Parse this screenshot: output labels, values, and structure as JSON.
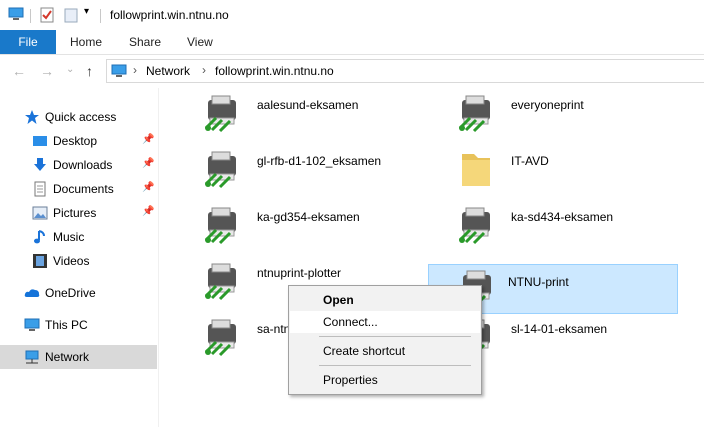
{
  "window": {
    "title": "followprint.win.ntnu.no"
  },
  "ribbon": {
    "file": "File",
    "tabs": [
      "Home",
      "Share",
      "View"
    ]
  },
  "address": {
    "crumbs": [
      "Network",
      "followprint.win.ntnu.no"
    ]
  },
  "sidebar": {
    "items": [
      {
        "label": "Quick access",
        "icon": "star-icon"
      },
      {
        "label": "Desktop",
        "icon": "desktop-folder-icon",
        "pinned": true
      },
      {
        "label": "Downloads",
        "icon": "download-arrow-icon",
        "pinned": true
      },
      {
        "label": "Documents",
        "icon": "documents-icon",
        "pinned": true
      },
      {
        "label": "Pictures",
        "icon": "pictures-icon",
        "pinned": true
      },
      {
        "label": "Music",
        "icon": "music-note-icon"
      },
      {
        "label": "Videos",
        "icon": "video-film-icon"
      },
      {
        "label": "OneDrive",
        "icon": "cloud-icon"
      },
      {
        "label": "This PC",
        "icon": "computer-icon"
      },
      {
        "label": "Network",
        "icon": "network-icon",
        "selected": true
      }
    ]
  },
  "content": {
    "items": [
      {
        "label": "aalesund-eksamen",
        "icon": "printer-icon"
      },
      {
        "label": "everyoneprint",
        "icon": "printer-icon"
      },
      {
        "label": "gl-rfb-d1-102_eksamen",
        "icon": "printer-icon"
      },
      {
        "label": "IT-AVD",
        "icon": "folder-icon"
      },
      {
        "label": "ka-gd354-eksamen",
        "icon": "printer-icon"
      },
      {
        "label": "ka-sd434-eksamen",
        "icon": "printer-icon"
      },
      {
        "label": "ntnuprint-plotter",
        "icon": "printer-icon"
      },
      {
        "label": "NTNU-print",
        "icon": "printer-icon",
        "selected": true
      },
      {
        "label": "sa-ntnu",
        "icon": "printer-icon"
      },
      {
        "label": "sl-14-01-eksamen",
        "icon": "printer-icon"
      }
    ]
  },
  "context_menu": {
    "items": [
      {
        "label": "Open",
        "bold": true
      },
      {
        "label": "Connect...",
        "hover": true
      },
      {
        "label": "Create shortcut"
      },
      {
        "label": "Properties"
      }
    ]
  },
  "colors": {
    "accent": "#1979ca",
    "selection": "#cce8ff",
    "selection_border": "#99d1ff"
  }
}
